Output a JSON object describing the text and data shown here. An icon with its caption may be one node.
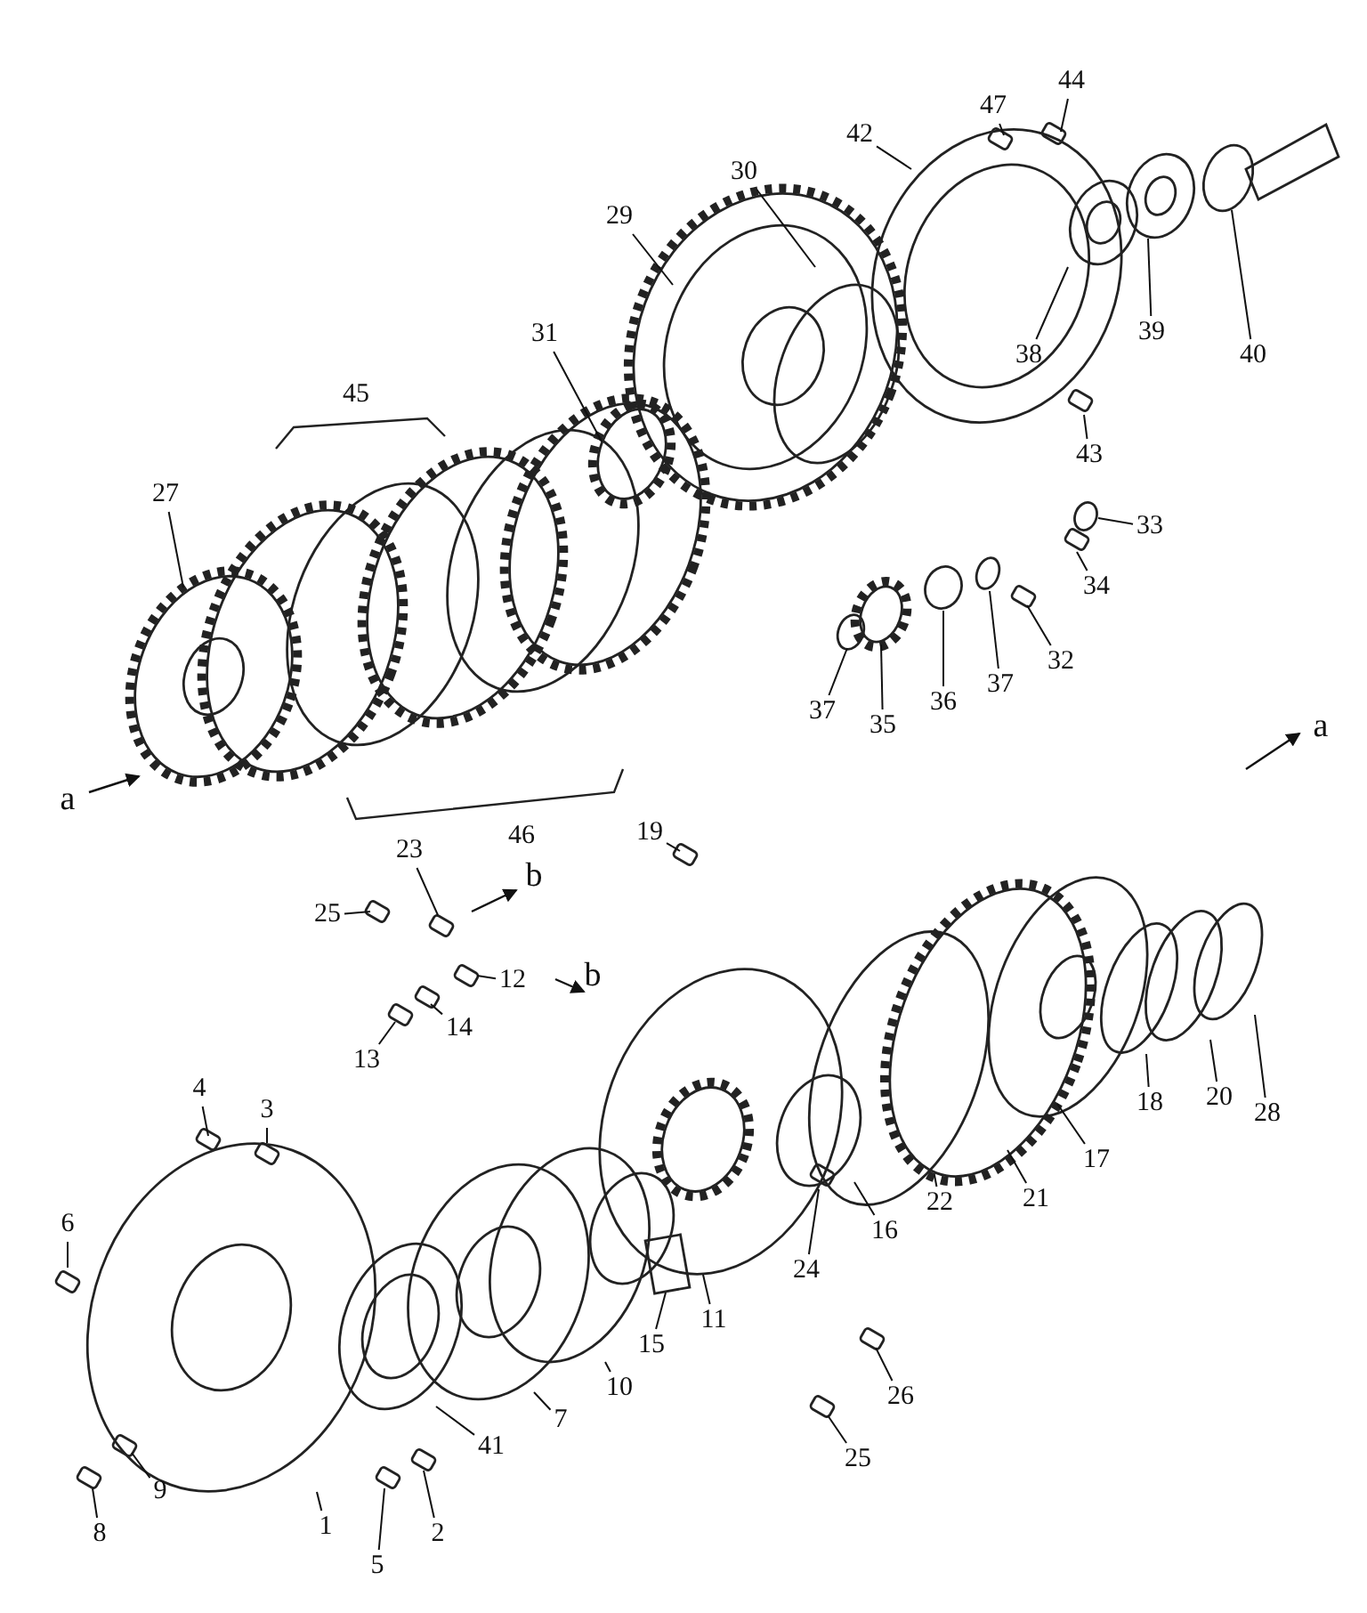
{
  "diagram": {
    "nodes": [
      {
        "text": [
          "44"
        ]
      },
      {
        "text": [
          "47"
        ]
      },
      {
        "text": [
          "42"
        ]
      },
      {
        "text": [
          "30"
        ]
      },
      {
        "text": [
          "29"
        ]
      },
      {
        "text": [
          "31"
        ]
      },
      {
        "text": [
          "40"
        ]
      },
      {
        "text": [
          "39"
        ]
      },
      {
        "text": [
          "38"
        ]
      },
      {
        "text": [
          "43"
        ]
      },
      {
        "text": [
          "27"
        ]
      },
      {
        "text": [
          "33"
        ]
      },
      {
        "text": [
          "34"
        ]
      },
      {
        "text": [
          "32"
        ]
      },
      {
        "text": [
          "37"
        ]
      },
      {
        "text": [
          "36"
        ]
      },
      {
        "text": [
          "35"
        ]
      },
      {
        "text": [
          "37"
        ]
      },
      {
        "text": [
          "19"
        ]
      },
      {
        "text": [
          "23"
        ]
      },
      {
        "text": [
          "25"
        ]
      },
      {
        "text": [
          "12"
        ]
      },
      {
        "text": [
          "13"
        ]
      },
      {
        "text": [
          "14"
        ]
      },
      {
        "text": [
          "4"
        ]
      },
      {
        "text": [
          "3"
        ]
      },
      {
        "text": [
          "17"
        ]
      },
      {
        "text": [
          "18"
        ]
      },
      {
        "text": [
          "20"
        ]
      },
      {
        "text": [
          "28"
        ]
      },
      {
        "text": [
          "21"
        ]
      },
      {
        "text": [
          "22"
        ]
      },
      {
        "text": [
          "16"
        ]
      },
      {
        "text": [
          "24"
        ]
      },
      {
        "text": [
          "6"
        ]
      },
      {
        "text": [
          "15"
        ]
      },
      {
        "text": [
          "11"
        ]
      },
      {
        "text": [
          "41"
        ]
      },
      {
        "text": [
          "7"
        ]
      },
      {
        "text": [
          "10"
        ]
      },
      {
        "text": [
          "26"
        ]
      },
      {
        "text": [
          "25"
        ]
      },
      {
        "text": [
          "2"
        ]
      },
      {
        "text": [
          "5"
        ]
      },
      {
        "text": [
          "9"
        ]
      },
      {
        "text": [
          "8"
        ]
      },
      {
        "text": [
          "1"
        ]
      }
    ],
    "edges": [
      {
        "from": 0,
        "to": null,
        "arrow": "none"
      },
      {
        "from": 1,
        "to": null,
        "arrow": "none"
      },
      {
        "from": 2,
        "to": null,
        "arrow": "none"
      },
      {
        "from": 3,
        "to": null,
        "arrow": "none"
      },
      {
        "from": 4,
        "to": null,
        "arrow": "none"
      },
      {
        "from": 5,
        "to": null,
        "arrow": "none"
      },
      {
        "from": 6,
        "to": null,
        "arrow": "none"
      },
      {
        "from": 7,
        "to": null,
        "arrow": "none"
      },
      {
        "from": 8,
        "to": null,
        "arrow": "none"
      },
      {
        "from": 9,
        "to": null,
        "arrow": "none"
      },
      {
        "from": 10,
        "to": null,
        "arrow": "none"
      },
      {
        "from": 11,
        "to": null,
        "arrow": "none"
      },
      {
        "from": 12,
        "to": null,
        "arrow": "none"
      },
      {
        "from": 13,
        "to": null,
        "arrow": "none"
      },
      {
        "from": 14,
        "to": null,
        "arrow": "none"
      },
      {
        "from": 15,
        "to": null,
        "arrow": "none"
      },
      {
        "from": 16,
        "to": null,
        "arrow": "none"
      },
      {
        "from": 17,
        "to": null,
        "arrow": "none"
      },
      {
        "from": 18,
        "to": null,
        "arrow": "none"
      },
      {
        "from": 19,
        "to": null,
        "arrow": "none"
      },
      {
        "from": 20,
        "to": null,
        "arrow": "none"
      },
      {
        "from": 21,
        "to": null,
        "arrow": "none"
      },
      {
        "from": 22,
        "to": null,
        "arrow": "none"
      },
      {
        "from": 23,
        "to": null,
        "arrow": "none"
      },
      {
        "from": 24,
        "to": null,
        "arrow": "none"
      },
      {
        "from": 25,
        "to": null,
        "arrow": "none"
      },
      {
        "from": 26,
        "to": null,
        "arrow": "none"
      },
      {
        "from": 27,
        "to": null,
        "arrow": "none"
      },
      {
        "from": 28,
        "to": null,
        "arrow": "none"
      },
      {
        "from": 29,
        "to": null,
        "arrow": "none"
      },
      {
        "from": 30,
        "to": null,
        "arrow": "none"
      },
      {
        "from": 31,
        "to": null,
        "arrow": "none"
      },
      {
        "from": 32,
        "to": null,
        "arrow": "none"
      },
      {
        "from": 33,
        "to": null,
        "arrow": "none"
      },
      {
        "from": 34,
        "to": null,
        "arrow": "none"
      },
      {
        "from": 35,
        "to": null,
        "arrow": "none"
      },
      {
        "from": 36,
        "to": null,
        "arrow": "none"
      },
      {
        "from": 37,
        "to": null,
        "arrow": "none"
      },
      {
        "from": 38,
        "to": null,
        "arrow": "none"
      },
      {
        "from": 39,
        "to": null,
        "arrow": "none"
      },
      {
        "from": 40,
        "to": null,
        "arrow": "none"
      },
      {
        "from": 41,
        "to": null,
        "arrow": "none"
      },
      {
        "from": 42,
        "to": null,
        "arrow": "none"
      },
      {
        "from": 43,
        "to": null,
        "arrow": "none"
      },
      {
        "from": 44,
        "to": null,
        "arrow": "none"
      },
      {
        "from": 45,
        "to": null,
        "arrow": "none"
      },
      {
        "from": 46,
        "to": null,
        "arrow": "none"
      }
    ],
    "labels": [
      "45",
      "46",
      "a",
      "a",
      "b",
      "b"
    ]
  }
}
